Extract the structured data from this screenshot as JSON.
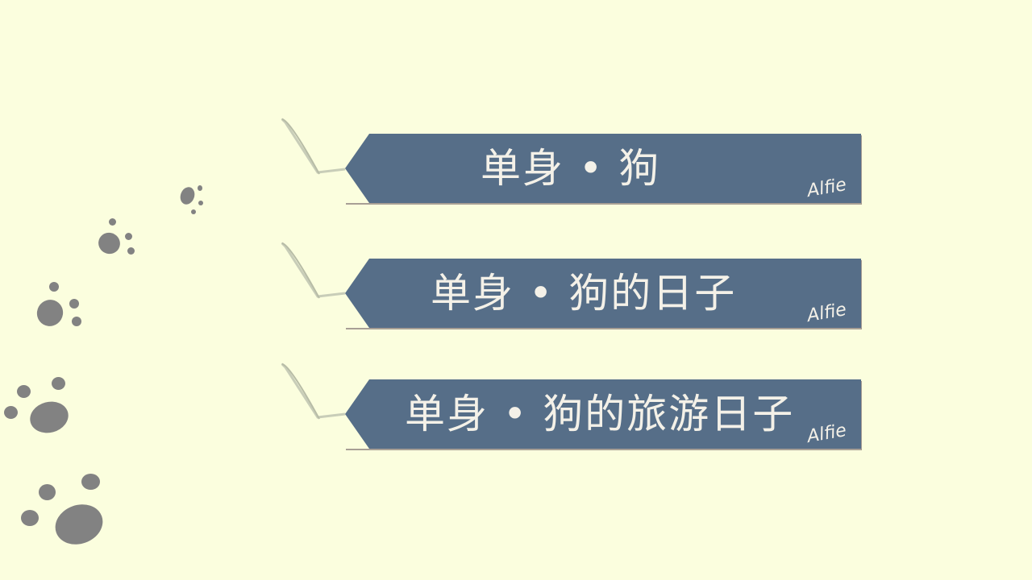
{
  "colors": {
    "background": "#fbfede",
    "tag": "#566e88",
    "tag_text": "#f4f1e8",
    "paw": "#828282",
    "string": "#c8cdb8"
  },
  "tags": [
    {
      "title": "单身 • 狗",
      "signature": "Alfie"
    },
    {
      "title": "单身 • 狗的日子",
      "signature": "Alfie"
    },
    {
      "title": "单身 • 狗的旅游日子",
      "signature": "Alfie"
    }
  ],
  "decorations": {
    "paw_prints": 5,
    "icon": "paw-print-icon"
  }
}
